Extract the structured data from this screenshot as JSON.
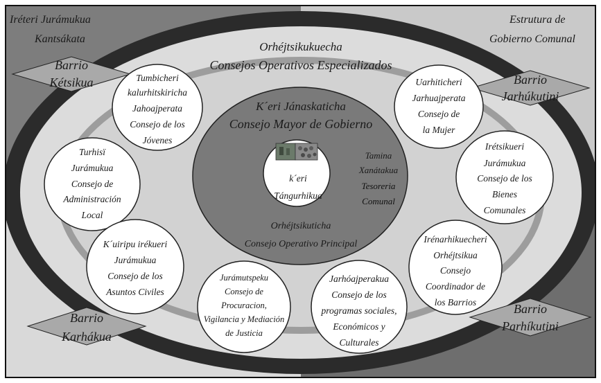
{
  "colors": {
    "quadrant_top_left": "#7d7d7d",
    "quadrant_top_right": "#c9c9c9",
    "quadrant_bottom_left": "#d9d9d9",
    "quadrant_bottom_right": "#6e6e6e",
    "outer_ring": "#2b2b2b",
    "light_ring": "#dcdcdc",
    "medium_ring": "#9d9d9d",
    "center_disc": "#7a7a7a",
    "council_fill": "#ffffff",
    "barrio_fill": "#a9a9a9"
  },
  "corners": {
    "top_left": {
      "line1": "Iréteri Jurámukua",
      "line2": "Kantsákata"
    },
    "top_right": {
      "line1": "Estrutura de",
      "line2": "Gobierno Comunal"
    }
  },
  "barrios": {
    "ketsikua": {
      "line1": "Barrio",
      "line2": "Kétsikua"
    },
    "jarhukutini": {
      "line1": "Barrio",
      "line2": "Jarhúkutini"
    },
    "karhakua": {
      "line1": "Barrio",
      "line2": "Karhákua"
    },
    "parhikutini": {
      "line1": "Barrio",
      "line2": "Parhíkutini"
    }
  },
  "outer_ring": {
    "title": "Orhéjtsikukuecha",
    "subtitle": "Consejos Operativos Especializados"
  },
  "center": {
    "title": "K´eri Jánaskaticha",
    "subtitle": "Consejo Mayor de Gobierno",
    "principal_title": "Orhéjtsikuticha",
    "principal_subtitle": "Consejo Operativo Principal",
    "keri": {
      "line1": "k´eri",
      "line2": "Tángurhikua"
    },
    "tamina": [
      "Tamina",
      "Xanátakua",
      "Tesoreria",
      "Comunal"
    ]
  },
  "councils": {
    "jovenes": [
      "Tumbicheri",
      "kalurhitskiricha",
      "Jahoajperata",
      "Consejo de los",
      "Jóvenes"
    ],
    "mujer": [
      "Uarhiticheri",
      "Jarhuajperata",
      "Consejo de",
      "la Mujer"
    ],
    "administracion": [
      "Turhisï",
      "Jurámukua",
      "Consejo de",
      "Administración",
      "Local"
    ],
    "bienes": [
      "Irétsikueri",
      "Jurámukua",
      "Consejo de los",
      "Bienes",
      "Comunales"
    ],
    "civiles": [
      "K´uiripu irékueri",
      "Jurámukua",
      "Consejo de los",
      "Asuntos Civiles"
    ],
    "coordinador": [
      "Irénarhikuecheri",
      "Orhéjtsikua",
      "Consejo",
      "Coordinador de",
      "los Barrios"
    ],
    "procuracion": [
      "Jurámutspeku",
      "Consejo de",
      "Procuracion,",
      "Vigilancia y Mediación",
      "de Justicia"
    ],
    "programas": [
      "Jarhóajperakua",
      "Consejo de los",
      "programas  sociales,",
      "Económicos y",
      "Culturales"
    ]
  }
}
